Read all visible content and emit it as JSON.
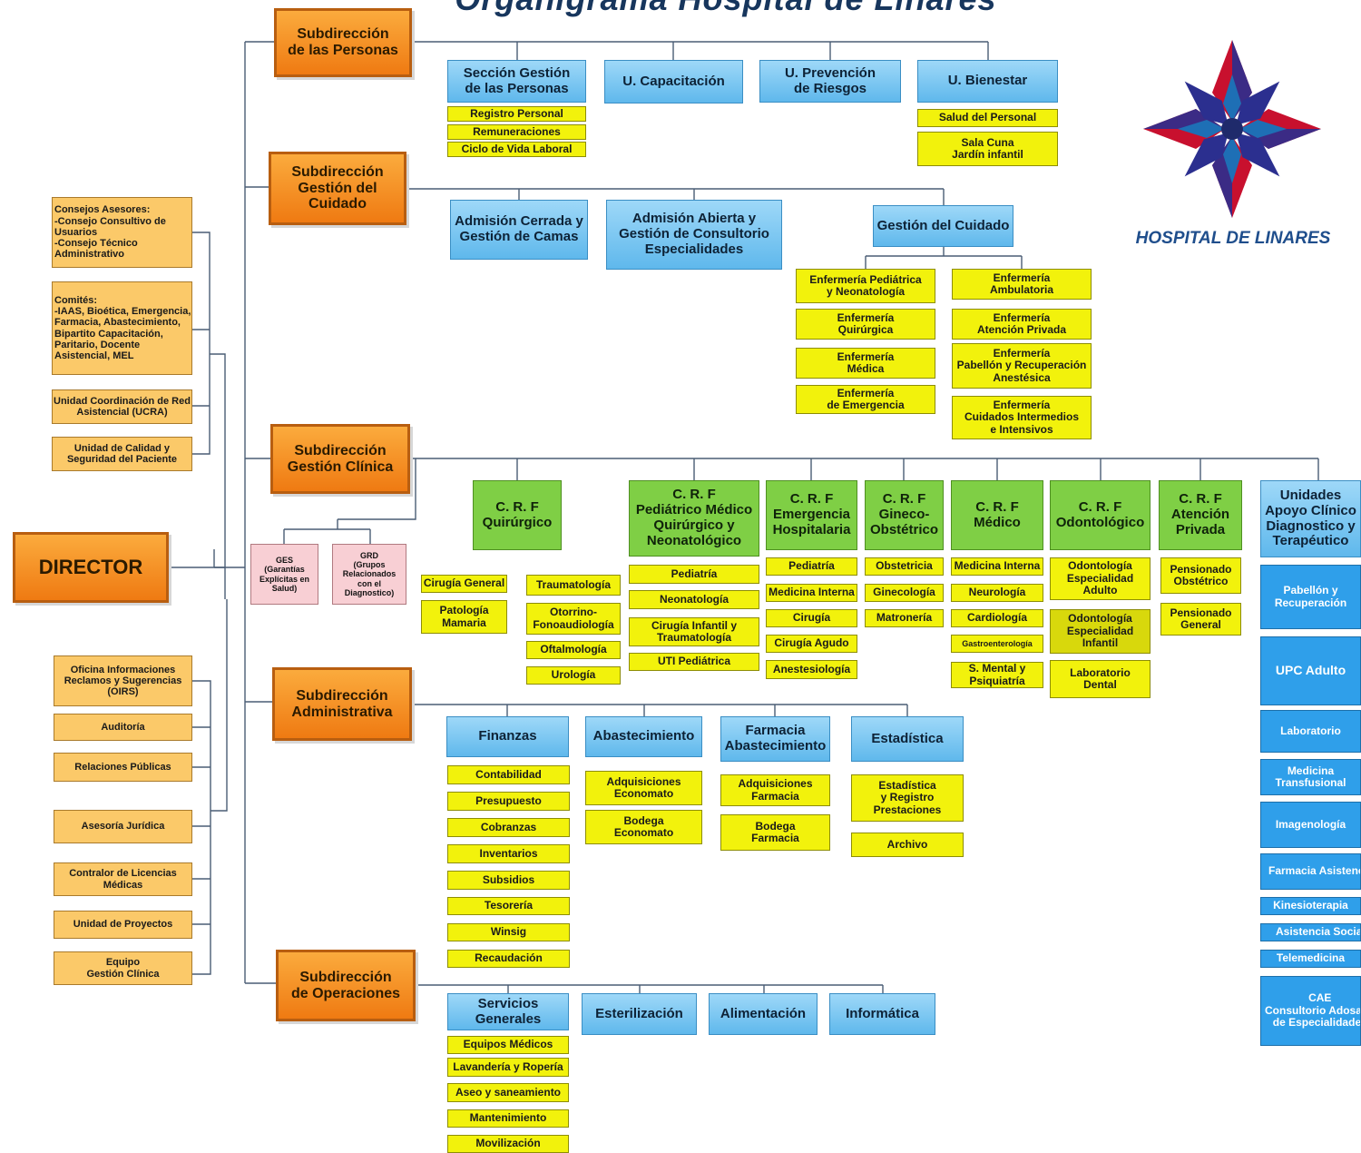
{
  "title": "Organigrama Hospital de Linares",
  "logo": {
    "icon": "hospital-star-logo",
    "caption": "HOSPITAL DE LINARES",
    "colors": [
      "#2b2f8f",
      "#c8102e",
      "#1e6fb5"
    ]
  },
  "colors": {
    "subdireccion": "#f28c1e",
    "unidad": "#5fb8ec",
    "seccion": "#f2f20c",
    "crf": "#7fcf45",
    "apoyo": "#2f9fea",
    "comite": "#f8cfd4"
  },
  "director": "DIRECTOR",
  "asesores": {
    "consejos": "Consejos Asesores:\n-Consejo Consultivo de Usuarios\n-Consejo Técnico Administrativo",
    "comites": "Comités:\n-IAAS, Bioética, Emergencia, Farmacia, Abastecimiento, Bipartito Capacitación, Paritario, Docente Asistencial,  MEL",
    "ucra": "Unidad Coordinación de Red Asistencial (UCRA)",
    "calidad": "Unidad de Calidad y Seguridad del Paciente"
  },
  "staff": {
    "oirs": "Oficina Informaciones Reclamos y Sugerencias (OIRS)",
    "auditoria": "Auditoría",
    "rrpp": "Relaciones Públicas",
    "juridica": "Asesoría Jurídica",
    "licencias": "Contralor de Licencias Médicas",
    "proyectos": "Unidad de Proyectos",
    "equipo": "Equipo\nGestión Clínica"
  },
  "personas": {
    "title": "Subdirección\nde las Personas",
    "seccion": "Sección Gestión\nde las Personas",
    "seccion_items": [
      "Registro Personal",
      "Remuneraciones",
      "Ciclo de Vida Laboral"
    ],
    "capacitacion": "U. Capacitación",
    "prevencion": "U. Prevención\nde Riesgos",
    "bienestar": "U. Bienestar",
    "bienestar_items": [
      "Salud del Personal",
      "Sala Cuna\nJardín infantil"
    ]
  },
  "cuidado": {
    "title": "Subdirección\nGestión del\nCuidado",
    "admision_cerrada": "Admisión Cerrada y\nGestión de Camas",
    "admision_abierta": "Admisión Abierta y\nGestión de Consultorio\nEspecialidades",
    "gestion": "Gestión del Cuidado",
    "enf_left": [
      "Enfermería Pediátrica\ny Neonatología",
      "Enfermería\nQuirúrgica",
      "Enfermería\nMédica",
      "Enfermería\nde Emergencia"
    ],
    "enf_right": [
      "Enfermería\nAmbulatoria",
      "Enfermería\nAtención Privada",
      "Enfermería\nPabellón y Recuperación\nAnestésica",
      "Enfermería\nCuidados Intermedios\ne Intensivos"
    ]
  },
  "clinica": {
    "title": "Subdirección\nGestión Clínica",
    "ges": "GES\n(Garantías\nExplícitas en\nSalud)",
    "grd": "GRD\n(Grupos\nRelacionados\ncon el\nDiagnostico)",
    "quirurgico": {
      "title": "C. R. F\nQuirúrgico",
      "left": [
        "Cirugía General",
        "Patología\nMamaria"
      ],
      "right": [
        "Traumatología",
        "Otorrino-\nFonoaudiología",
        "Oftalmología",
        "Urología"
      ]
    },
    "pediatrico": {
      "title": "C. R. F\nPediátrico Médico\nQuirúrgico y\nNeonatológico",
      "items": [
        "Pediatría",
        "Neonatología",
        "Cirugía Infantil y\nTraumatología",
        "UTI Pediátrica"
      ]
    },
    "emergencia": {
      "title": "C. R. F\nEmergencia\nHospitalaria",
      "items": [
        "Pediatría",
        "Medicina Interna",
        "Cirugía",
        "Cirugía Agudo",
        "Anestesiología"
      ]
    },
    "gineco": {
      "title": "C. R. F\nGineco-\nObstétrico",
      "items": [
        "Obstetricia",
        "Ginecología",
        "Matronería"
      ]
    },
    "medico": {
      "title": "C. R. F\nMédico",
      "items": [
        "Medicina Interna",
        "Neurología",
        "Cardiología",
        "Gastroenterología",
        "S. Mental y\nPsiquiatría"
      ]
    },
    "odonto": {
      "title": "C. R. F\nOdontológico",
      "items": [
        "Odontología\nEspecialidad\nAdulto",
        "Odontología\nEspecialidad\nInfantil",
        "Laboratorio\nDental"
      ]
    },
    "privada": {
      "title": "C. R. F\nAtención\nPrivada",
      "items": [
        "Pensionado\nObstétrico",
        "Pensionado\nGeneral"
      ]
    },
    "apoyo": {
      "title": "Unidades\nApoyo Clínico\nDiagnostico y\nTerapéutico",
      "items": [
        "Pabellón y\nRecuperación",
        "UPC  Adulto",
        "Laboratorio",
        "Medicina\nTransfusional",
        "Imagenología",
        "Farmacia Asistencial",
        "Kinesioterapia",
        "Asistencia Social",
        "Telemedicina",
        "CAE\nConsultorio Adosado\nde Especialidades"
      ]
    }
  },
  "administrativa": {
    "title": "Subdirección\nAdministrativa",
    "finanzas": "Finanzas",
    "finanzas_items": [
      "Contabilidad",
      "Presupuesto",
      "Cobranzas",
      "Inventarios",
      "Subsidios",
      "Tesorería",
      "Winsig",
      "Recaudación"
    ],
    "abastecimiento": "Abastecimiento",
    "abastecimiento_items": [
      "Adquisiciones\nEconomato",
      "Bodega\nEconomato"
    ],
    "farmacia": "Farmacia\nAbastecimiento",
    "farmacia_items": [
      "Adquisiciones\nFarmacia",
      "Bodega\nFarmacia"
    ],
    "estadistica": "Estadística",
    "estadistica_items": [
      "Estadística\ny Registro\nPrestaciones",
      "Archivo"
    ]
  },
  "operaciones": {
    "title": "Subdirección\nde Operaciones",
    "servicios": "Servicios\nGenerales",
    "servicios_items": [
      "Equipos Médicos",
      "Lavandería y Ropería",
      "Aseo y saneamiento",
      "Mantenimiento",
      "Movilización"
    ],
    "esterilizacion": "Esterilización",
    "alimentacion": "Alimentación",
    "informatica": "Informática"
  }
}
